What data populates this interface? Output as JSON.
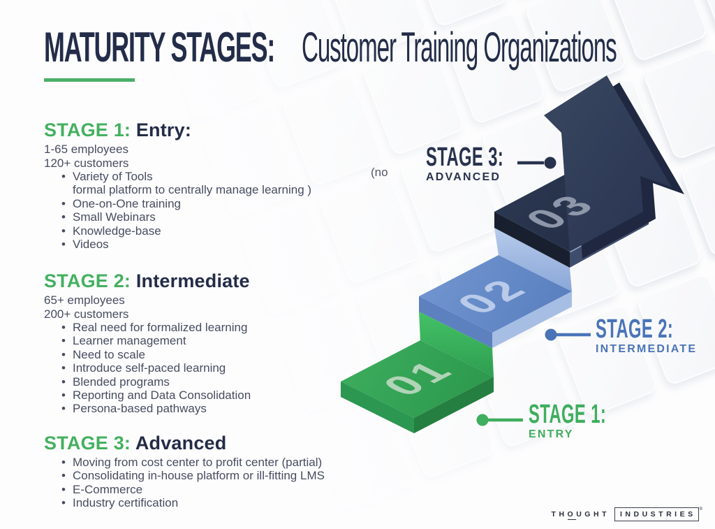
{
  "slide": {
    "title": {
      "main": "MATURITY STAGES:",
      "sub": "Customer Training Organizations"
    },
    "floating_note": "(no",
    "stages": [
      {
        "label": "STAGE 1:",
        "name": "Entry:",
        "intro": [
          "1-65 employees",
          "120+ customers"
        ],
        "bullets": [
          {
            "text": "Variety of Tools",
            "cont": "formal platform to centrally manage learning )"
          },
          {
            "text": "One-on-One training"
          },
          {
            "text": "Small Webinars"
          },
          {
            "text": "Knowledge-base"
          },
          {
            "text": "Videos"
          }
        ]
      },
      {
        "label": "STAGE 2:",
        "name": "Intermediate",
        "intro": [
          "65+ employees",
          "200+ customers"
        ],
        "bullets": [
          {
            "text": "Real need for formalized learning"
          },
          {
            "text": "Learner management"
          },
          {
            "text": "Need to scale"
          },
          {
            "text": "Introduce self-paced learning"
          },
          {
            "text": "Blended programs"
          },
          {
            "text": "Reporting and Data Consolidation"
          },
          {
            "text": "Persona-based pathways"
          }
        ]
      },
      {
        "label": "STAGE 3:",
        "name": "Advanced",
        "intro": [],
        "bullets": [
          {
            "text": "Moving from cost center to profit center (partial)"
          },
          {
            "text": "Consolidating in-house platform or ill-fitting LMS"
          },
          {
            "text": "E-Commerce"
          },
          {
            "text": "Industry certification"
          }
        ]
      }
    ],
    "diagram": {
      "steps": [
        {
          "number": "01",
          "callout_label": "STAGE 1:",
          "callout_sublabel": "ENTRY",
          "color": "#38a557",
          "callout_color": "#3fae5e"
        },
        {
          "number": "02",
          "callout_label": "STAGE 2:",
          "callout_sublabel": "INTERMEDIATE",
          "color": "#6a8fca",
          "callout_color": "#4a74b8"
        },
        {
          "number": "03",
          "callout_label": "STAGE 3:",
          "callout_sublabel": "ADVANCED",
          "color": "#273349",
          "callout_color": "#28324d"
        }
      ]
    },
    "logo": {
      "word1": "THOUGHT",
      "word2": "INDUSTRIES",
      "registered": "®"
    },
    "colors": {
      "green": "#44b05f",
      "blue": "#4a74b8",
      "navy": "#232d49",
      "body_text": "#474c5f"
    }
  }
}
